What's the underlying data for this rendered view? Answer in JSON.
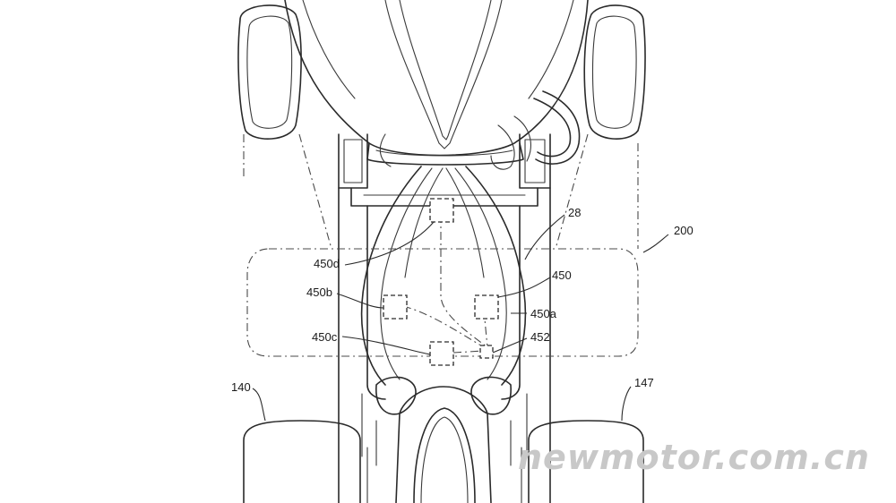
{
  "figure": {
    "labels": {
      "ref_28": "28",
      "ref_200": "200",
      "ref_140": "140",
      "ref_147": "147",
      "ref_450": "450",
      "ref_450a": "450a",
      "ref_450b": "450b",
      "ref_450c": "450c",
      "ref_450d": "450d",
      "ref_452": "452"
    },
    "watermark": "newmotor.com.cn"
  }
}
